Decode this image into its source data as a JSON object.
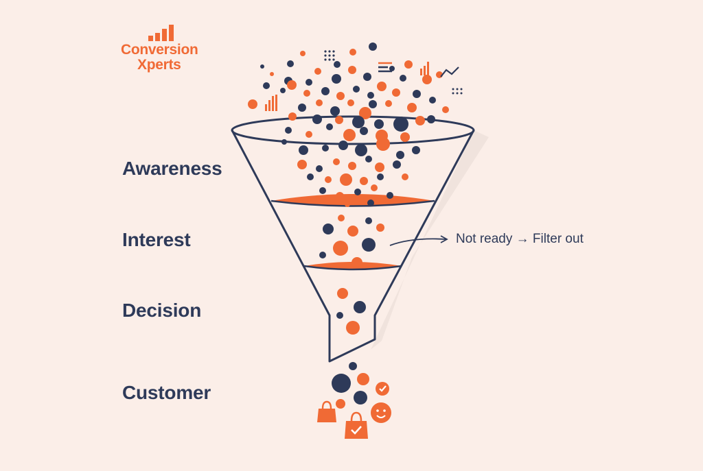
{
  "brand": {
    "name_line1": "Conversion",
    "name_line2": "Xperts",
    "color": "#f06a35",
    "icon": "bar-chart-icon"
  },
  "stages": [
    {
      "label": "Awareness"
    },
    {
      "label": "Interest"
    },
    {
      "label": "Decision"
    },
    {
      "label": "Customer"
    }
  ],
  "annotation": {
    "text": "Not ready → Filter out"
  },
  "colors": {
    "background": "#fbeee8",
    "navy": "#2e3a59",
    "orange": "#f06a35"
  },
  "icons": [
    "bar-chart-icon",
    "line-chart-icon",
    "dot-grid-icon",
    "text-lines-icon",
    "shopping-bag-icon",
    "check-badge-icon",
    "smiley-icon"
  ]
}
